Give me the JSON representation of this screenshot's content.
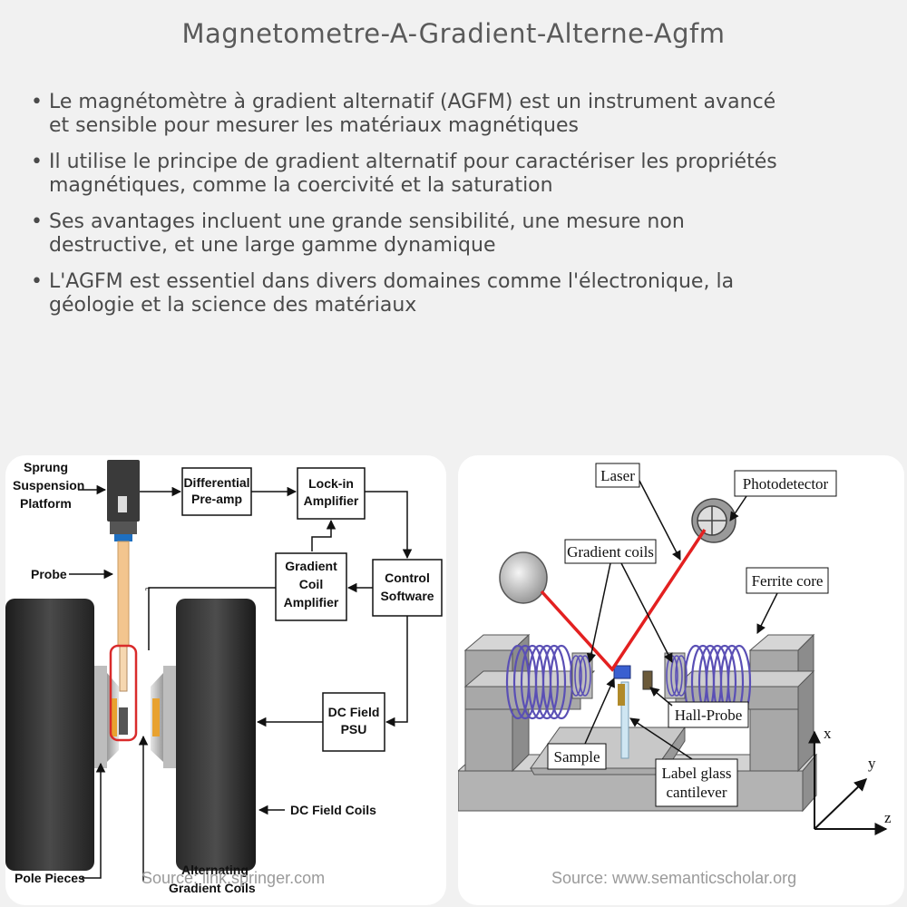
{
  "page": {
    "title": "Magnetometre-A-Gradient-Alterne-Agfm",
    "bullets": [
      {
        "line1": "Le magnétomètre à gradient alternatif (AGFM) est un instrument avancé",
        "line2": "et sensible pour mesurer les matériaux magnétiques"
      },
      {
        "line1": "Il utilise le principe de gradient alternatif pour caractériser les propriétés",
        "line2": "magnétiques, comme la coercivité et la saturation"
      },
      {
        "line1": "Ses avantages incluent une grande sensibilité, une mesure non",
        "line2": "destructive, et une large gamme dynamique"
      },
      {
        "line1": "L'AGFM est essentiel dans divers domaines comme l'électronique, la",
        "line2": "géologie et la science des matériaux"
      }
    ]
  },
  "left_diagram": {
    "labels": {
      "sprung1": "Sprung",
      "sprung2": "Suspension",
      "sprung3": "Platform",
      "probe": "Probe",
      "dc_field_coils": "DC Field Coils",
      "pole_pieces": "Pole Pieces",
      "alt1": "Alternating",
      "alt2": "Gradient Coils"
    },
    "blocks": {
      "diff1": "Differential",
      "diff2": "Pre-amp",
      "lock1": "Lock-in",
      "lock2": "Amplifier",
      "grad1": "Gradient",
      "grad2": "Coil",
      "grad3": "Amplifier",
      "ctrl1": "Control",
      "ctrl2": "Software",
      "dc1": "DC Field",
      "dc2": "PSU"
    },
    "source": "Source: link.springer.com"
  },
  "right_diagram": {
    "labels": {
      "laser": "Laser",
      "photodetector": "Photodetector",
      "gradient_coils": "Gradient coils",
      "ferrite_core": "Ferrite core",
      "hall_probe": "Hall-Probe",
      "sample": "Sample",
      "cant1": "Label glass",
      "cant2": "cantilever",
      "axis_x": "x",
      "axis_y": "y",
      "axis_z": "z"
    },
    "source": "Source: www.semanticscholar.org"
  },
  "colors": {
    "title": "#5a5a5a",
    "text": "#4a4a4a",
    "laser_beam": "#e32020",
    "coil": "#5a4fb5",
    "probe_highlight": "#d92b2b",
    "probe_tube": "#f3c58e"
  }
}
